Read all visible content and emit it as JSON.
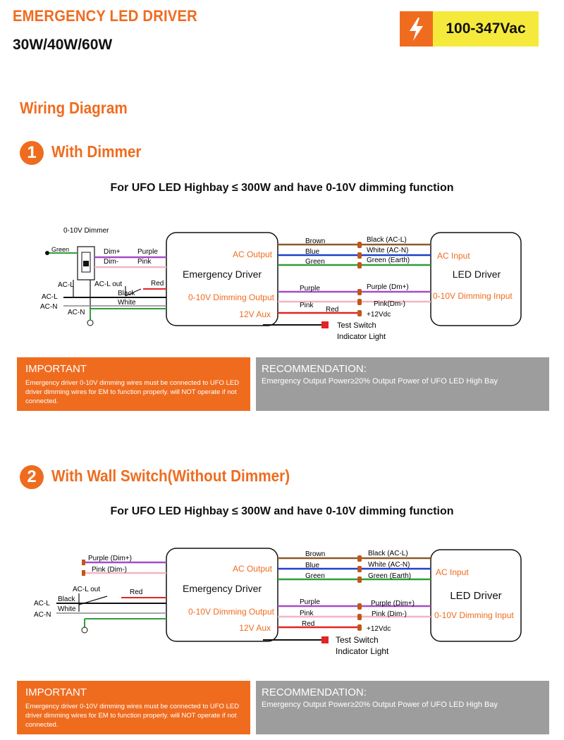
{
  "header": {
    "title": "EMERGENCY LED DRIVER",
    "subtitle": "30W/40W/60W",
    "voltage": "100-347Vac",
    "bolt_icon": "lightning-bolt-icon"
  },
  "wiring_heading": "Wiring Diagram",
  "colors": {
    "accent": "#ef6c1f",
    "badge_yellow": "#f5ea3b",
    "recommendation_gray": "#9d9d9d",
    "wire_brown": "#8b5a2b",
    "wire_blue": "#1f3fcc",
    "wire_green": "#2e9e3a",
    "wire_purple": "#a64bc8",
    "wire_pink": "#f4b4c4",
    "wire_red": "#e32424"
  },
  "section1": {
    "number": "1",
    "title": "With Dimmer",
    "caption": "For UFO LED Highbay ≤ 300W and have 0-10V dimming function",
    "labels": {
      "dimmer": "0-10V Dimmer",
      "green": "Green",
      "dim_plus": "Dim+",
      "dim_minus": "Dim-",
      "purple": "Purple",
      "pink": "Pink",
      "acl_small": "AC-L",
      "acl_out": "AC-L out",
      "red": "Red",
      "acl": "AC-L",
      "acn": "AC-N",
      "black": "Black",
      "white": "White",
      "acn2": "AC-N"
    }
  },
  "section2": {
    "number": "2",
    "title": "With Wall Switch(Without Dimmer)",
    "caption": "For UFO LED Highbay ≤ 300W and have 0-10V dimming function",
    "labels": {
      "purple_dim": "Purple (Dim+)",
      "pink_dim": "Pink (Dim-)",
      "acl_out": "AC-L out",
      "red": "Red",
      "acl": "AC-L",
      "acn": "AC-N",
      "black": "Black",
      "white": "White"
    }
  },
  "driver": {
    "emergency_title": "Emergency Driver",
    "ac_output": "AC Output",
    "dimming_output": "0-10V Dimming Output",
    "aux": "12V Aux",
    "led_title": "LED Driver",
    "ac_input": "AC Input",
    "dimming_input": "0-10V Dimming Input"
  },
  "wires": {
    "brown": "Brown",
    "blue": "Blue",
    "green": "Green",
    "black_acl": "Black (AC-L)",
    "white_acn": "White (AC-N)",
    "green_earth": "Green (Earth)",
    "purple": "Purple",
    "pink": "Pink",
    "red": "Red",
    "purple_dim": "Purple (Dm+)",
    "pink_dim": "Pink(Dm-)",
    "vdc": "+12Vdc",
    "test_switch": "Test Switch",
    "indicator": "Indicator Light"
  },
  "wires2": {
    "purple_dim": "Purple (Dim+)",
    "pink_dim": "Pink (Dim-)"
  },
  "notes": {
    "important_head": "IMPORTANT",
    "important_body": "Emergency driver 0-10V dimming wires must be connected to UFO LED driver dimming wires for EM to function properly. will NOT operate if not connected.",
    "recommendation_head": "RECOMMENDATION:",
    "recommendation_body": "Emergency Output Power≥20% Output Power of UFO LED High Bay"
  }
}
